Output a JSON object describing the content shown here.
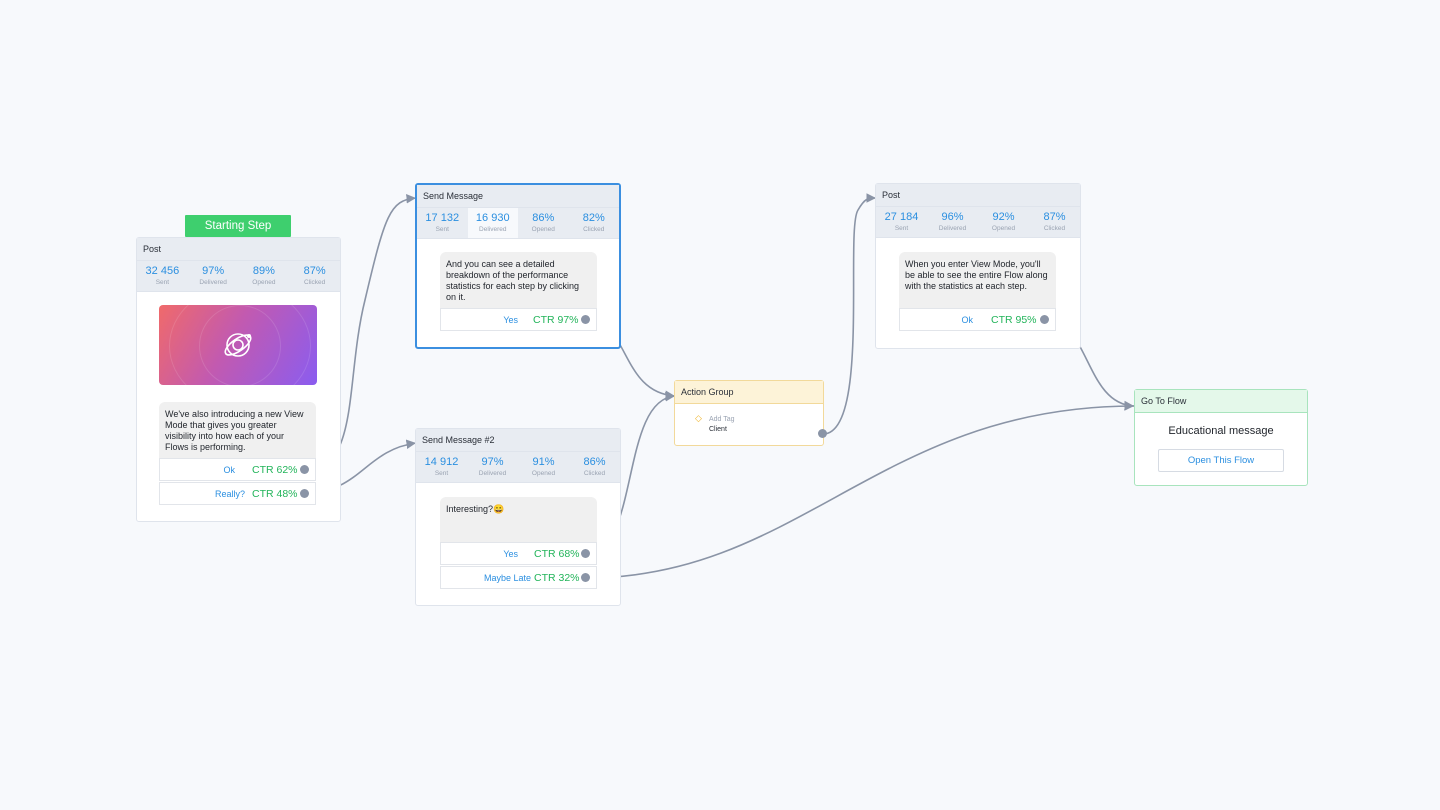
{
  "starting_step": {
    "label": "Starting Step"
  },
  "node_post1": {
    "title": "Post",
    "stats": [
      {
        "value": "32 456",
        "label": "Sent"
      },
      {
        "value": "97%",
        "label": "Delivered"
      },
      {
        "value": "89%",
        "label": "Opened"
      },
      {
        "value": "87%",
        "label": "Clicked"
      }
    ],
    "image_icon": "orbit-icon",
    "message": "We've also introducing a new View Mode that gives you greater visibility into how each of your Flows is performing.",
    "buttons": [
      {
        "label": "Ok",
        "ctr": "CTR 62%"
      },
      {
        "label": "Really?",
        "ctr": "CTR 48%"
      }
    ]
  },
  "node_send1": {
    "title": "Send Message",
    "stats": [
      {
        "value": "17 132",
        "label": "Sent"
      },
      {
        "value": "16 930",
        "label": "Delivered"
      },
      {
        "value": "86%",
        "label": "Opened"
      },
      {
        "value": "82%",
        "label": "Clicked"
      }
    ],
    "message": "And you can see a detailed breakdown of the performance statistics for each step by clicking on it.",
    "buttons": [
      {
        "label": "Yes",
        "ctr": "CTR 97%"
      }
    ]
  },
  "node_send2": {
    "title": "Send Message #2",
    "stats": [
      {
        "value": "14 912",
        "label": "Sent"
      },
      {
        "value": "97%",
        "label": "Delivered"
      },
      {
        "value": "91%",
        "label": "Opened"
      },
      {
        "value": "86%",
        "label": "Clicked"
      }
    ],
    "message": "Interesting?😀",
    "buttons": [
      {
        "label": "Yes",
        "ctr": "CTR 68%"
      },
      {
        "label": "Maybe Late",
        "ctr": "CTR 32%"
      }
    ]
  },
  "node_action": {
    "title": "Action Group",
    "action_label": "Add Tag",
    "action_value": "Client",
    "icon": "tag-icon"
  },
  "node_post2": {
    "title": "Post",
    "stats": [
      {
        "value": "27 184",
        "label": "Sent"
      },
      {
        "value": "96%",
        "label": "Delivered"
      },
      {
        "value": "92%",
        "label": "Opened"
      },
      {
        "value": "87%",
        "label": "Clicked"
      }
    ],
    "message": "When you enter View Mode, you'll be able to see the entire Flow along with the statistics at each step.",
    "buttons": [
      {
        "label": "Ok",
        "ctr": "CTR 95%"
      }
    ]
  },
  "node_goto": {
    "title": "Go To Flow",
    "flow_name": "Educational message",
    "open_button": "Open This Flow"
  },
  "colors": {
    "accent_blue": "#2b8fe0",
    "ctr_green": "#22b45a",
    "start_green": "#3ecf6e",
    "selected_border": "#3b8fe0"
  }
}
